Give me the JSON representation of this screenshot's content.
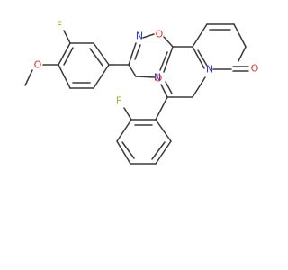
{
  "atom_labels": {
    "f1": "F",
    "o_methoxy": "O",
    "o_ring": "O",
    "n_ring_top": "N",
    "n_ring_bottom": "N",
    "n_pyridone": "N",
    "o_pyridone": "O",
    "o_ketone": "O",
    "f2": "F"
  },
  "colors": {
    "bond": "#3a3a3a",
    "oxygen": "#e8322b",
    "nitrogen": "#2f3bd6",
    "fluorine": "#9fb12f"
  }
}
